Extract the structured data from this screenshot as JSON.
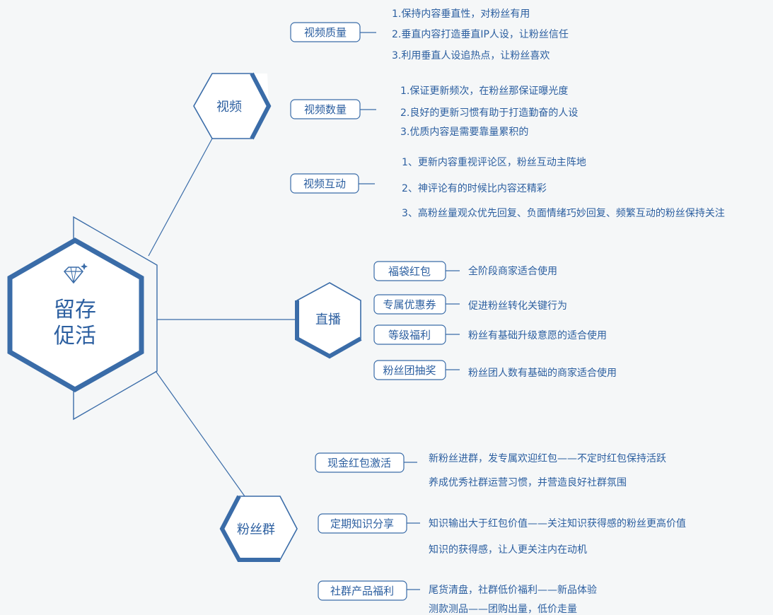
{
  "center": {
    "line1": "留存",
    "line2": "促活",
    "icon": "diamond-icon"
  },
  "categories": [
    {
      "id": "video",
      "label": "视频",
      "groups": [
        {
          "label": "视频质量",
          "items": [
            "1.保持内容垂直性，对粉丝有用",
            "2.垂直内容打造垂直IP人设，让粉丝信任",
            "3.利用垂直人设追热点，让粉丝喜欢"
          ]
        },
        {
          "label": "视频数量",
          "items": [
            "1.保证更新频次，在粉丝那保证曝光度",
            "2.良好的更新习惯有助于打造勤奋的人设",
            "3.优质内容是需要靠量累积的"
          ]
        },
        {
          "label": "视频互动",
          "items": [
            "1、更新内容重视评论区，粉丝互动主阵地",
            "2、神评论有的时候比内容还精彩",
            "3、高粉丝量观众优先回复、负面情绪巧妙回复、频繁互动的粉丝保持关注"
          ]
        }
      ]
    },
    {
      "id": "live",
      "label": "直播",
      "groups": [
        {
          "label": "福袋红包",
          "items": [
            "全阶段商家适合使用"
          ]
        },
        {
          "label": "专属优惠券",
          "items": [
            "促进粉丝转化关键行为"
          ]
        },
        {
          "label": "等级福利",
          "items": [
            "粉丝有基础升级意愿的适合使用"
          ]
        },
        {
          "label": "粉丝团抽奖",
          "items": [
            "粉丝团人数有基础的商家适合使用"
          ]
        }
      ]
    },
    {
      "id": "fans",
      "label": "粉丝群",
      "groups": [
        {
          "label": "现金红包激活",
          "items": [
            "新粉丝进群，发专属欢迎红包——不定时红包保持活跃",
            "养成优秀社群运营习惯，并营造良好社群氛围"
          ]
        },
        {
          "label": "定期知识分享",
          "items": [
            "知识输出大于红包价值——关注知识获得感的粉丝更高价值",
            "知识的获得感，让人更关注内在动机"
          ]
        },
        {
          "label": "社群产品福利",
          "items": [
            "尾货清盘，社群低价福利——新品体验",
            "测款测品——团购出量，低价走量"
          ]
        }
      ]
    }
  ],
  "colors": {
    "primary": "#3a6ca8",
    "text": "#2c5fa0",
    "background": "#f5f7f8"
  }
}
